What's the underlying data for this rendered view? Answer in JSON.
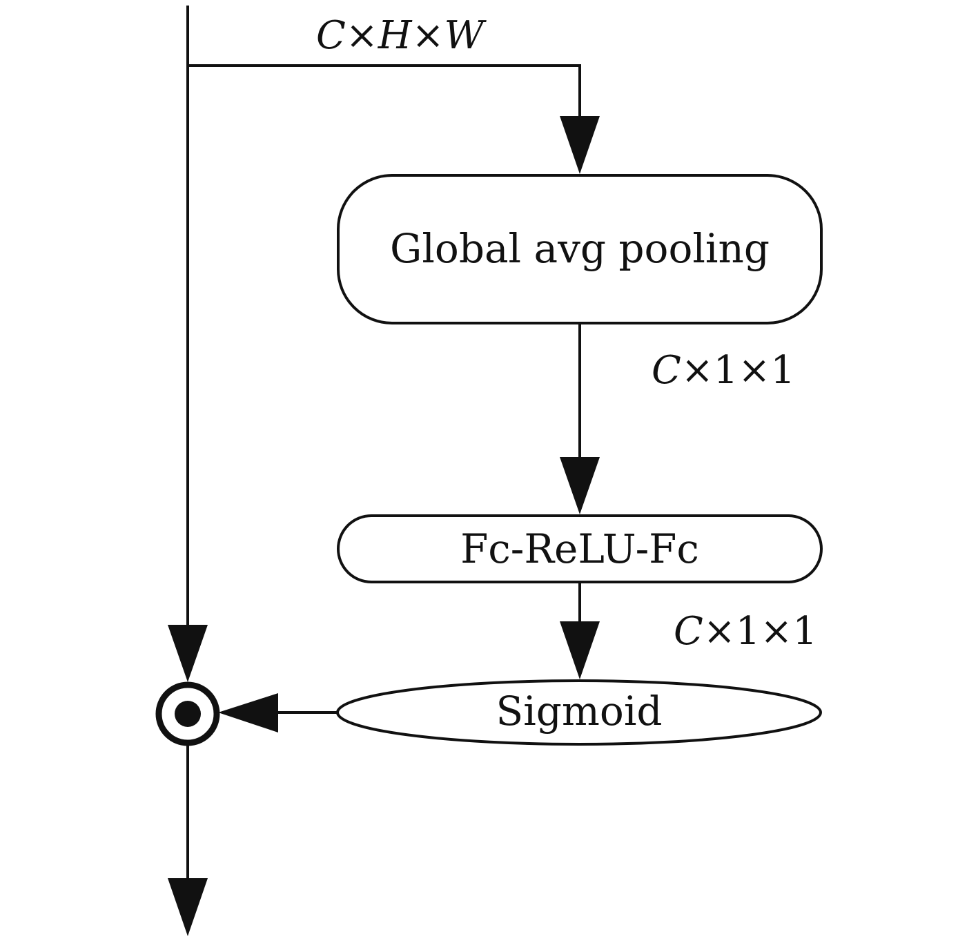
{
  "diagram": {
    "nodes": {
      "global_pool": {
        "label": "Global avg pooling"
      },
      "fc_relu_fc": {
        "label": "Fc-ReLU-Fc"
      },
      "sigmoid": {
        "label": "Sigmoid"
      },
      "multiply": {
        "symbol": "⊙"
      }
    },
    "dims": {
      "input": {
        "c": "C",
        "times1": "×",
        "h": "H",
        "times2": "×",
        "w": "W"
      },
      "after_pool": {
        "c": "C",
        "rest": "×1×1"
      },
      "after_fc": {
        "c": "C",
        "rest": "×1×1"
      }
    }
  }
}
